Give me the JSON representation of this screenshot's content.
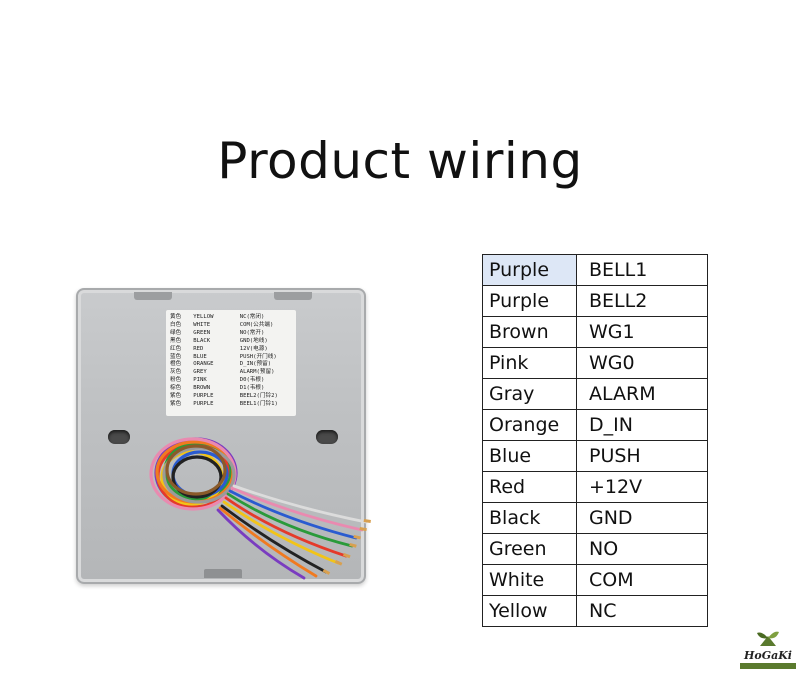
{
  "title": "Product wiring",
  "sticker": {
    "rows": [
      [
        "黄色",
        "YELLOW",
        "NC(常闭)"
      ],
      [
        "白色",
        "WHITE",
        "COM(公共端)"
      ],
      [
        "绿色",
        "GREEN",
        "NO(常开)"
      ],
      [
        "黑色",
        "BLACK",
        "GND(地线)"
      ],
      [
        "红色",
        "RED",
        "12V(电源)"
      ],
      [
        "蓝色",
        "BLUE",
        "PUSH(开门线)"
      ],
      [
        "橙色",
        "ORANGE",
        "D_IN(预留)"
      ],
      [
        "灰色",
        "GREY",
        "ALARM(预留)"
      ],
      [
        "粉色",
        "PINK",
        "D0(韦根)"
      ],
      [
        "棕色",
        "BROWN",
        "D1(韦根)"
      ],
      [
        "紫色",
        "PURPLE",
        "BEEL2(门铃2)"
      ],
      [
        "紫色",
        "PURPLE",
        "BEEL1(门铃1)"
      ]
    ]
  },
  "wiring": [
    {
      "color": "Purple",
      "function": "BELL1"
    },
    {
      "color": "Purple",
      "function": "BELL2"
    },
    {
      "color": "Brown",
      "function": "WG1"
    },
    {
      "color": "Pink",
      "function": "WG0"
    },
    {
      "color": "Gray",
      "function": "ALARM"
    },
    {
      "color": "Orange",
      "function": "D_IN"
    },
    {
      "color": "Blue",
      "function": "PUSH"
    },
    {
      "color": "Red",
      "function": "+12V"
    },
    {
      "color": "Black",
      "function": "GND"
    },
    {
      "color": "Green",
      "function": "NO"
    },
    {
      "color": "White",
      "function": "COM"
    },
    {
      "color": "Yellow",
      "function": "NC"
    }
  ],
  "colors": {
    "header_row_bg": "#dde7f6",
    "logo_green": "#5a7a2e"
  },
  "logo": {
    "brand": "HoGaKi"
  }
}
